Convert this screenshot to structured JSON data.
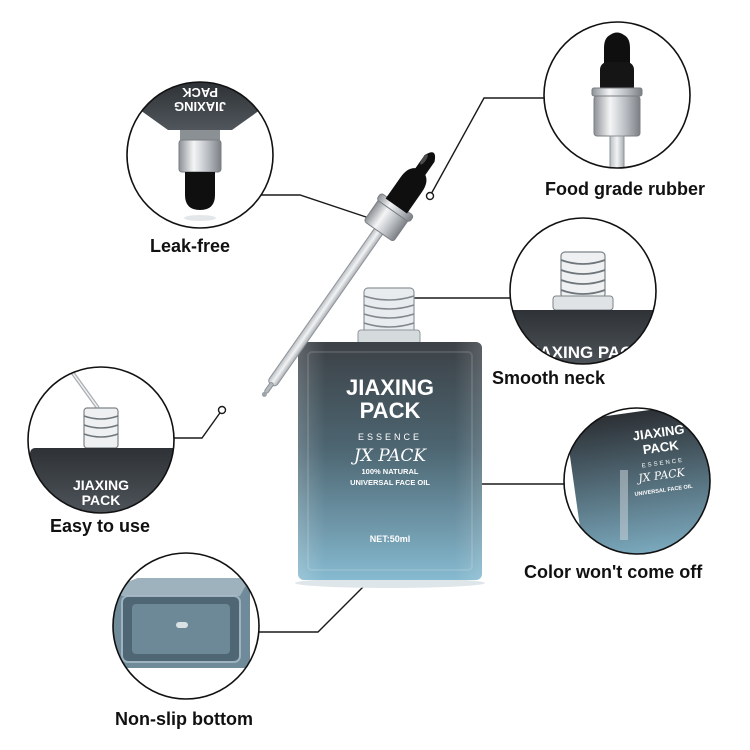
{
  "bottle": {
    "brand_line1": "JIAXING",
    "brand_line2": "PACK",
    "line_essence": "ESSENCE",
    "signature": "JX PACK",
    "line_natural": "100% NATURAL",
    "line_product": "UNIVERSAL FACE OIL",
    "volume": "NET:50ml"
  },
  "callouts": {
    "leak_free": "Leak-free",
    "food_grade": "Food grade rubber",
    "smooth_neck": "Smooth neck",
    "easy_to_use": "Easy to use",
    "color_stays": "Color won't come off",
    "non_slip": "Non-slip bottom"
  },
  "insets": {
    "leak_free_brand_line1": "JIAXING",
    "leak_free_brand_line2": "PACK",
    "smooth_neck_brand": "JIAXING PACK",
    "easy_brand_line1": "JIAXING",
    "easy_brand_line2": "PACK",
    "color_brand_line1": "JIAXING",
    "color_brand_line2": "PACK",
    "color_line_essence": "ESSENCE",
    "color_signature": "JX PACK",
    "color_line_product": "UNIVERSAL FACE OIL"
  },
  "colors": {
    "bottle_top": "#3a3f44",
    "bottle_bottom": "#7fb2c8",
    "cap_black": "#111111",
    "silver": "#c9ccd0",
    "callout_line": "#1a1a1a"
  }
}
